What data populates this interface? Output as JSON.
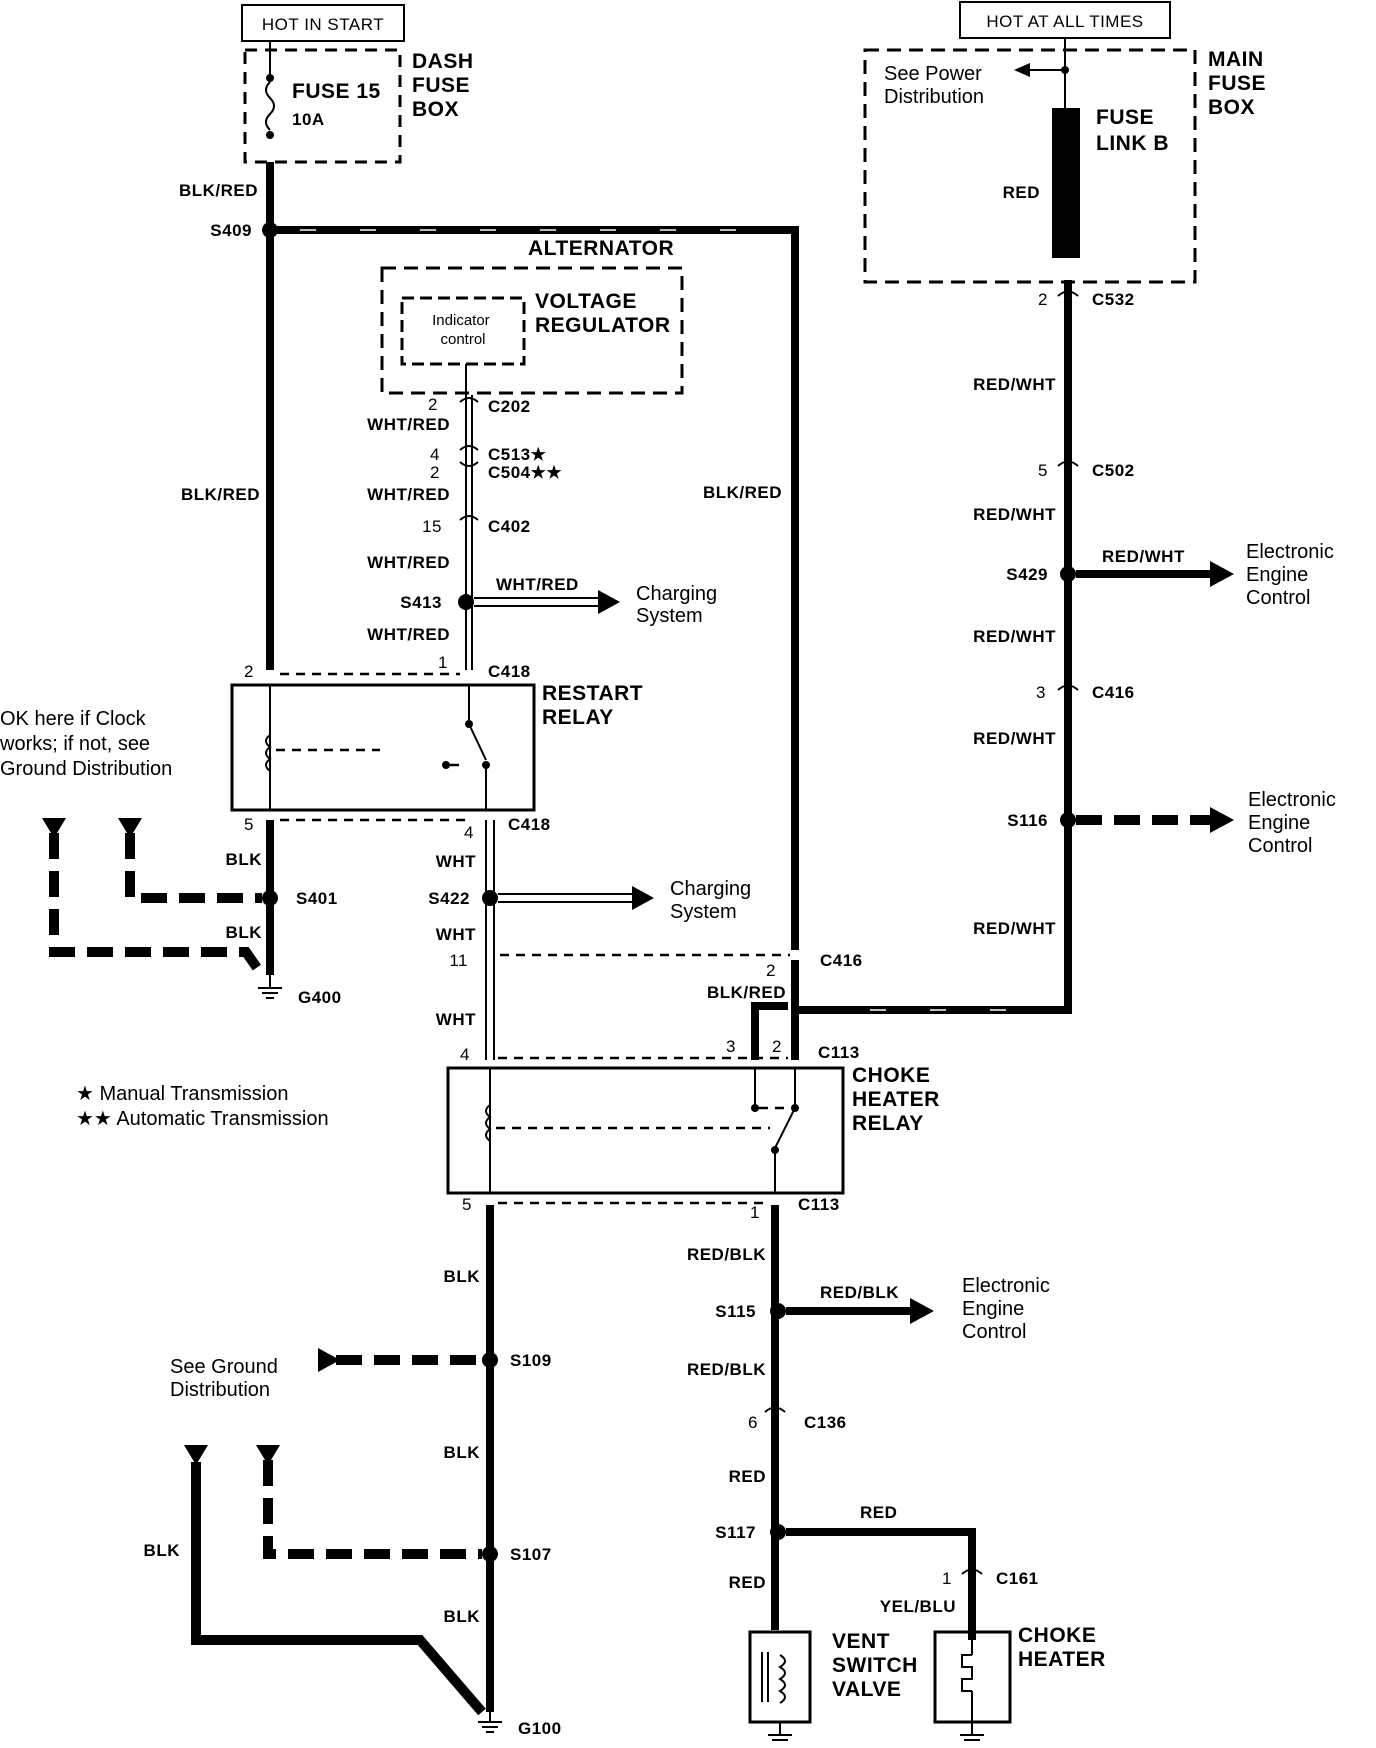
{
  "sources": {
    "hot_in_start": "HOT IN START",
    "hot_at_all_times": "HOT AT ALL TIMES"
  },
  "dash_fuse_box": {
    "fuse_name": "FUSE 15",
    "fuse_rating": "10A",
    "title_lines": [
      "DASH",
      "FUSE",
      "BOX"
    ]
  },
  "main_fuse_box": {
    "title_lines": [
      "MAIN",
      "FUSE",
      "BOX"
    ],
    "fuse_link_lines": [
      "FUSE",
      "LINK B"
    ],
    "wire_red": "RED",
    "see_power_lines": [
      "See Power",
      "Distribution"
    ]
  },
  "alternator": {
    "title": "ALTERNATOR",
    "voltage_regulator_lines": [
      "VOLTAGE",
      "REGULATOR"
    ],
    "indicator_lines": [
      "Indicator",
      "control"
    ]
  },
  "relays": {
    "restart_lines": [
      "RESTART",
      "RELAY"
    ],
    "choke_heater_lines": [
      "CHOKE",
      "HEATER",
      "RELAY"
    ]
  },
  "wires": {
    "blk_red": "BLK/RED",
    "wht_red": "WHT/RED",
    "red_wht": "RED/WHT",
    "red_blk": "RED/BLK",
    "blk": "BLK",
    "wht": "WHT",
    "red": "RED",
    "yel_blu": "YEL/BLU"
  },
  "splices": {
    "s409": "S409",
    "s413": "S413",
    "s422": "S422",
    "s401": "S401",
    "s429": "S429",
    "s116": "S116",
    "s115": "S115",
    "s109": "S109",
    "s107": "S107",
    "s117": "S117"
  },
  "connectors": {
    "c202": "C202",
    "c513": "C513★",
    "c504": "C504★★",
    "c402": "C402",
    "c418": "C418",
    "c532": "C532",
    "c502": "C502",
    "c416": "C416",
    "c113": "C113",
    "c136": "C136",
    "c161": "C161"
  },
  "grounds": {
    "g400": "G400",
    "g100": "G100"
  },
  "pins": {
    "p2": "2",
    "p4": "4",
    "p15": "15",
    "p1": "1",
    "p5": "5",
    "p11": "11",
    "p3": "3",
    "p6": "6"
  },
  "destinations": {
    "charging_lines": [
      "Charging",
      "System"
    ],
    "eec_lines": [
      "Electronic",
      "Engine",
      "Control"
    ],
    "see_ground_lines": [
      "See Ground",
      "Distribution"
    ]
  },
  "notes": {
    "clock_lines": [
      "OK here if Clock",
      "works; if not, see",
      "Ground Distribution"
    ],
    "manual": "★ Manual Transmission",
    "automatic": "★★ Automatic Transmission"
  },
  "loads": {
    "vent_switch_lines": [
      "VENT",
      "SWITCH",
      "VALVE"
    ],
    "choke_heater_lines": [
      "CHOKE",
      "HEATER"
    ]
  }
}
